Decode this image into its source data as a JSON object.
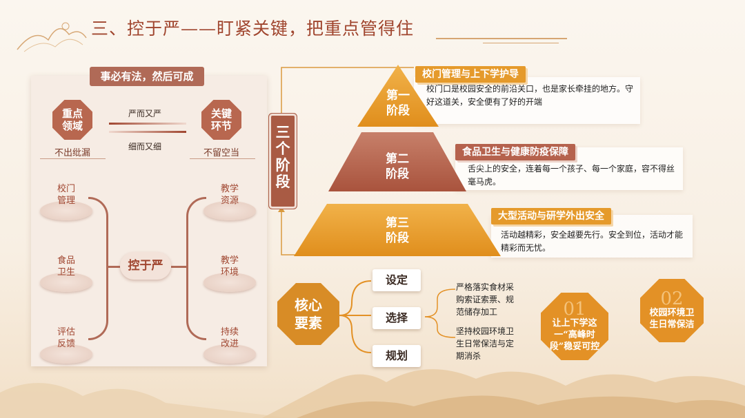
{
  "title": "三、控于严——盯紧关键，把重点管得住",
  "left_panel": {
    "banner": "事必有法，然后可成",
    "left_node": {
      "label": "重点\n领域",
      "caption": "不出纰漏"
    },
    "right_node": {
      "label": "关键\n环节",
      "caption": "不留空当"
    },
    "arrow_top": "严而又严",
    "arrow_bottom": "细而又细",
    "center": "控于严",
    "left_items": [
      "校门\n管理",
      "食品\n卫生",
      "评估\n反馈"
    ],
    "right_items": [
      "教学\n资源",
      "教学\n环境",
      "持续\n改进"
    ]
  },
  "stages": {
    "vertical_label": "三个阶段",
    "levels": [
      {
        "name": "第一\n阶段",
        "banner": "校门管理与上下学护导",
        "desc": "校门口是校园安全的前沿关口，也是家长牵挂的地方。守好这道关，安全便有了好的开端"
      },
      {
        "name": "第二\n阶段",
        "banner": "食品卫生与健康防疫保障",
        "desc": "舌尖上的安全，连着每一个孩子、每一个家庭，容不得丝毫马虎。"
      },
      {
        "name": "第三\n阶段",
        "banner": "大型活动与研学外出安全",
        "desc": "活动越精彩，安全越要先行。安全到位，活动才能精彩而无忧。"
      }
    ]
  },
  "core": {
    "label": "核心\n要素",
    "choices": [
      "设定",
      "选择",
      "规划"
    ],
    "notes": [
      "严格落实食材采购索证索票、规范储存加工",
      "坚持校园环境卫生日常保洁与定期消杀"
    ],
    "badges": [
      {
        "num": "01",
        "text": "让上下学这一“高峰时段”稳妥可控"
      },
      {
        "num": "02",
        "text": "校园环境卫生日常保洁"
      }
    ]
  },
  "colors": {
    "accent": "#a0452e",
    "orange": "#e39126",
    "pink": "#b5624d"
  }
}
